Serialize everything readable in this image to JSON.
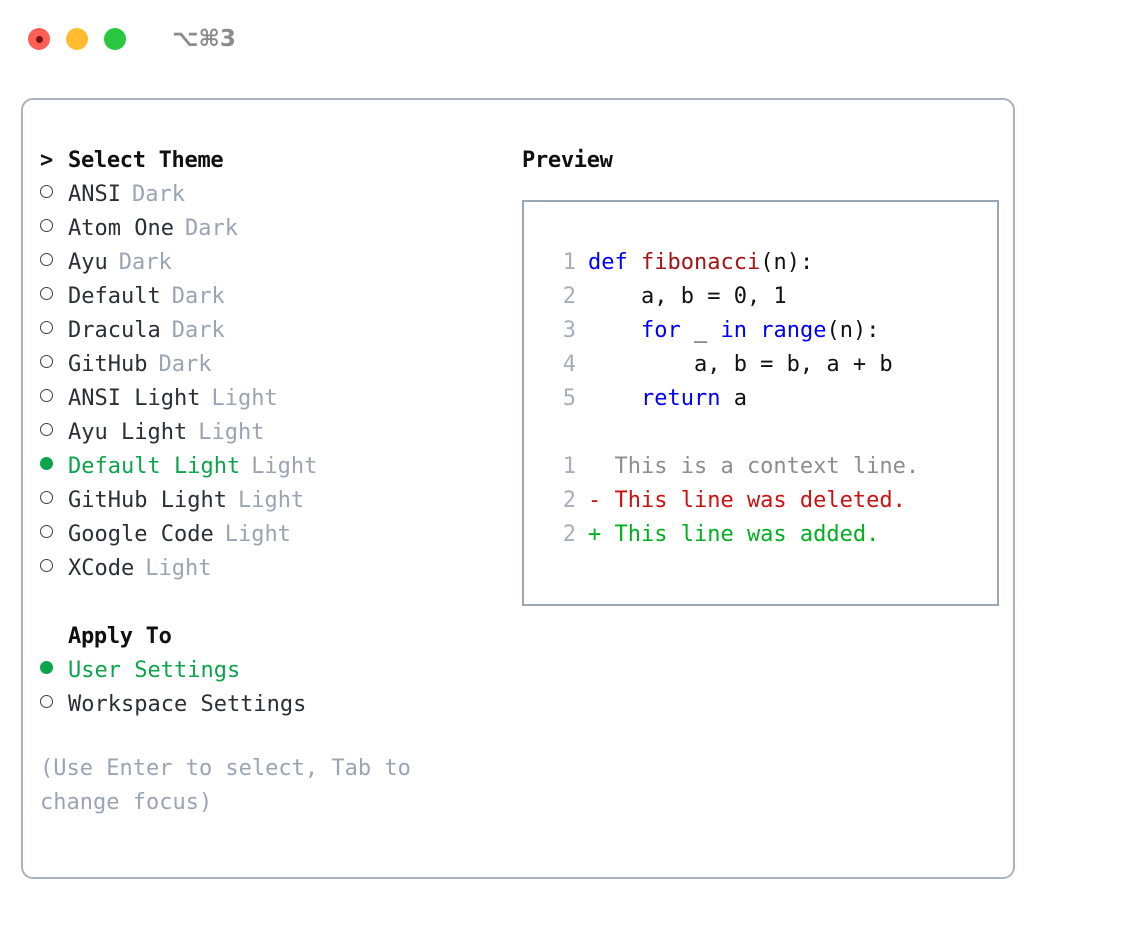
{
  "titlebar": {
    "shortcut": "⌥⌘3",
    "buttons": [
      {
        "name": "close",
        "color": "#ff5f57"
      },
      {
        "name": "minimize",
        "color": "#febc2e"
      },
      {
        "name": "zoom",
        "color": "#28c840"
      }
    ]
  },
  "theme_picker": {
    "heading": "Select Theme",
    "caret": ">",
    "marker_unselected": "○",
    "marker_selected": "●",
    "items": [
      {
        "label": "ANSI",
        "tag": "Dark",
        "selected": false
      },
      {
        "label": "Atom One",
        "tag": "Dark",
        "selected": false
      },
      {
        "label": "Ayu",
        "tag": "Dark",
        "selected": false
      },
      {
        "label": "Default",
        "tag": "Dark",
        "selected": false
      },
      {
        "label": "Dracula",
        "tag": "Dark",
        "selected": false
      },
      {
        "label": "GitHub",
        "tag": "Dark",
        "selected": false
      },
      {
        "label": "ANSI Light",
        "tag": "Light",
        "selected": false
      },
      {
        "label": "Ayu Light",
        "tag": "Light",
        "selected": false
      },
      {
        "label": "Default Light",
        "tag": "Light",
        "selected": true
      },
      {
        "label": "GitHub Light",
        "tag": "Light",
        "selected": false
      },
      {
        "label": "Google Code",
        "tag": "Light",
        "selected": false
      },
      {
        "label": "XCode",
        "tag": "Light",
        "selected": false
      }
    ]
  },
  "apply_to": {
    "heading": "Apply To",
    "options": [
      {
        "label": "User Settings",
        "selected": true
      },
      {
        "label": "Workspace Settings",
        "selected": false
      }
    ]
  },
  "hint": "(Use Enter to select, Tab to change focus)",
  "preview": {
    "title": "Preview",
    "code_lines": [
      {
        "num": "1",
        "tokens": [
          {
            "t": "def ",
            "c": "kw"
          },
          {
            "t": "fibonacci",
            "c": "fn"
          },
          {
            "t": "(n):",
            "c": "plain"
          }
        ]
      },
      {
        "num": "2",
        "tokens": [
          {
            "t": "    a, b = 0, 1",
            "c": "plain"
          }
        ]
      },
      {
        "num": "3",
        "tokens": [
          {
            "t": "    ",
            "c": "plain"
          },
          {
            "t": "for",
            "c": "kw"
          },
          {
            "t": " _ ",
            "c": "plain"
          },
          {
            "t": "in",
            "c": "kw"
          },
          {
            "t": " ",
            "c": "plain"
          },
          {
            "t": "range",
            "c": "kw"
          },
          {
            "t": "(n):",
            "c": "plain"
          }
        ]
      },
      {
        "num": "4",
        "tokens": [
          {
            "t": "        a, b = b, a + b",
            "c": "plain"
          }
        ]
      },
      {
        "num": "5",
        "tokens": [
          {
            "t": "    ",
            "c": "plain"
          },
          {
            "t": "return",
            "c": "kw"
          },
          {
            "t": " a",
            "c": "plain"
          }
        ]
      }
    ],
    "diff_lines": [
      {
        "num": "1",
        "prefix": "  ",
        "text": "This is a context line.",
        "kind": "ctx"
      },
      {
        "num": "2",
        "prefix": "- ",
        "text": "This line was deleted.",
        "kind": "del"
      },
      {
        "num": "2",
        "prefix": "+ ",
        "text": "This line was added.",
        "kind": "add"
      }
    ]
  },
  "colors": {
    "accent_green": "#0ca54b",
    "muted_gray": "#9aa4b2",
    "border": "#aab3c0",
    "keyword_blue": "#0000ff",
    "function_red": "#a31515",
    "diff_add": "#00b020",
    "diff_del": "#cc1111"
  }
}
